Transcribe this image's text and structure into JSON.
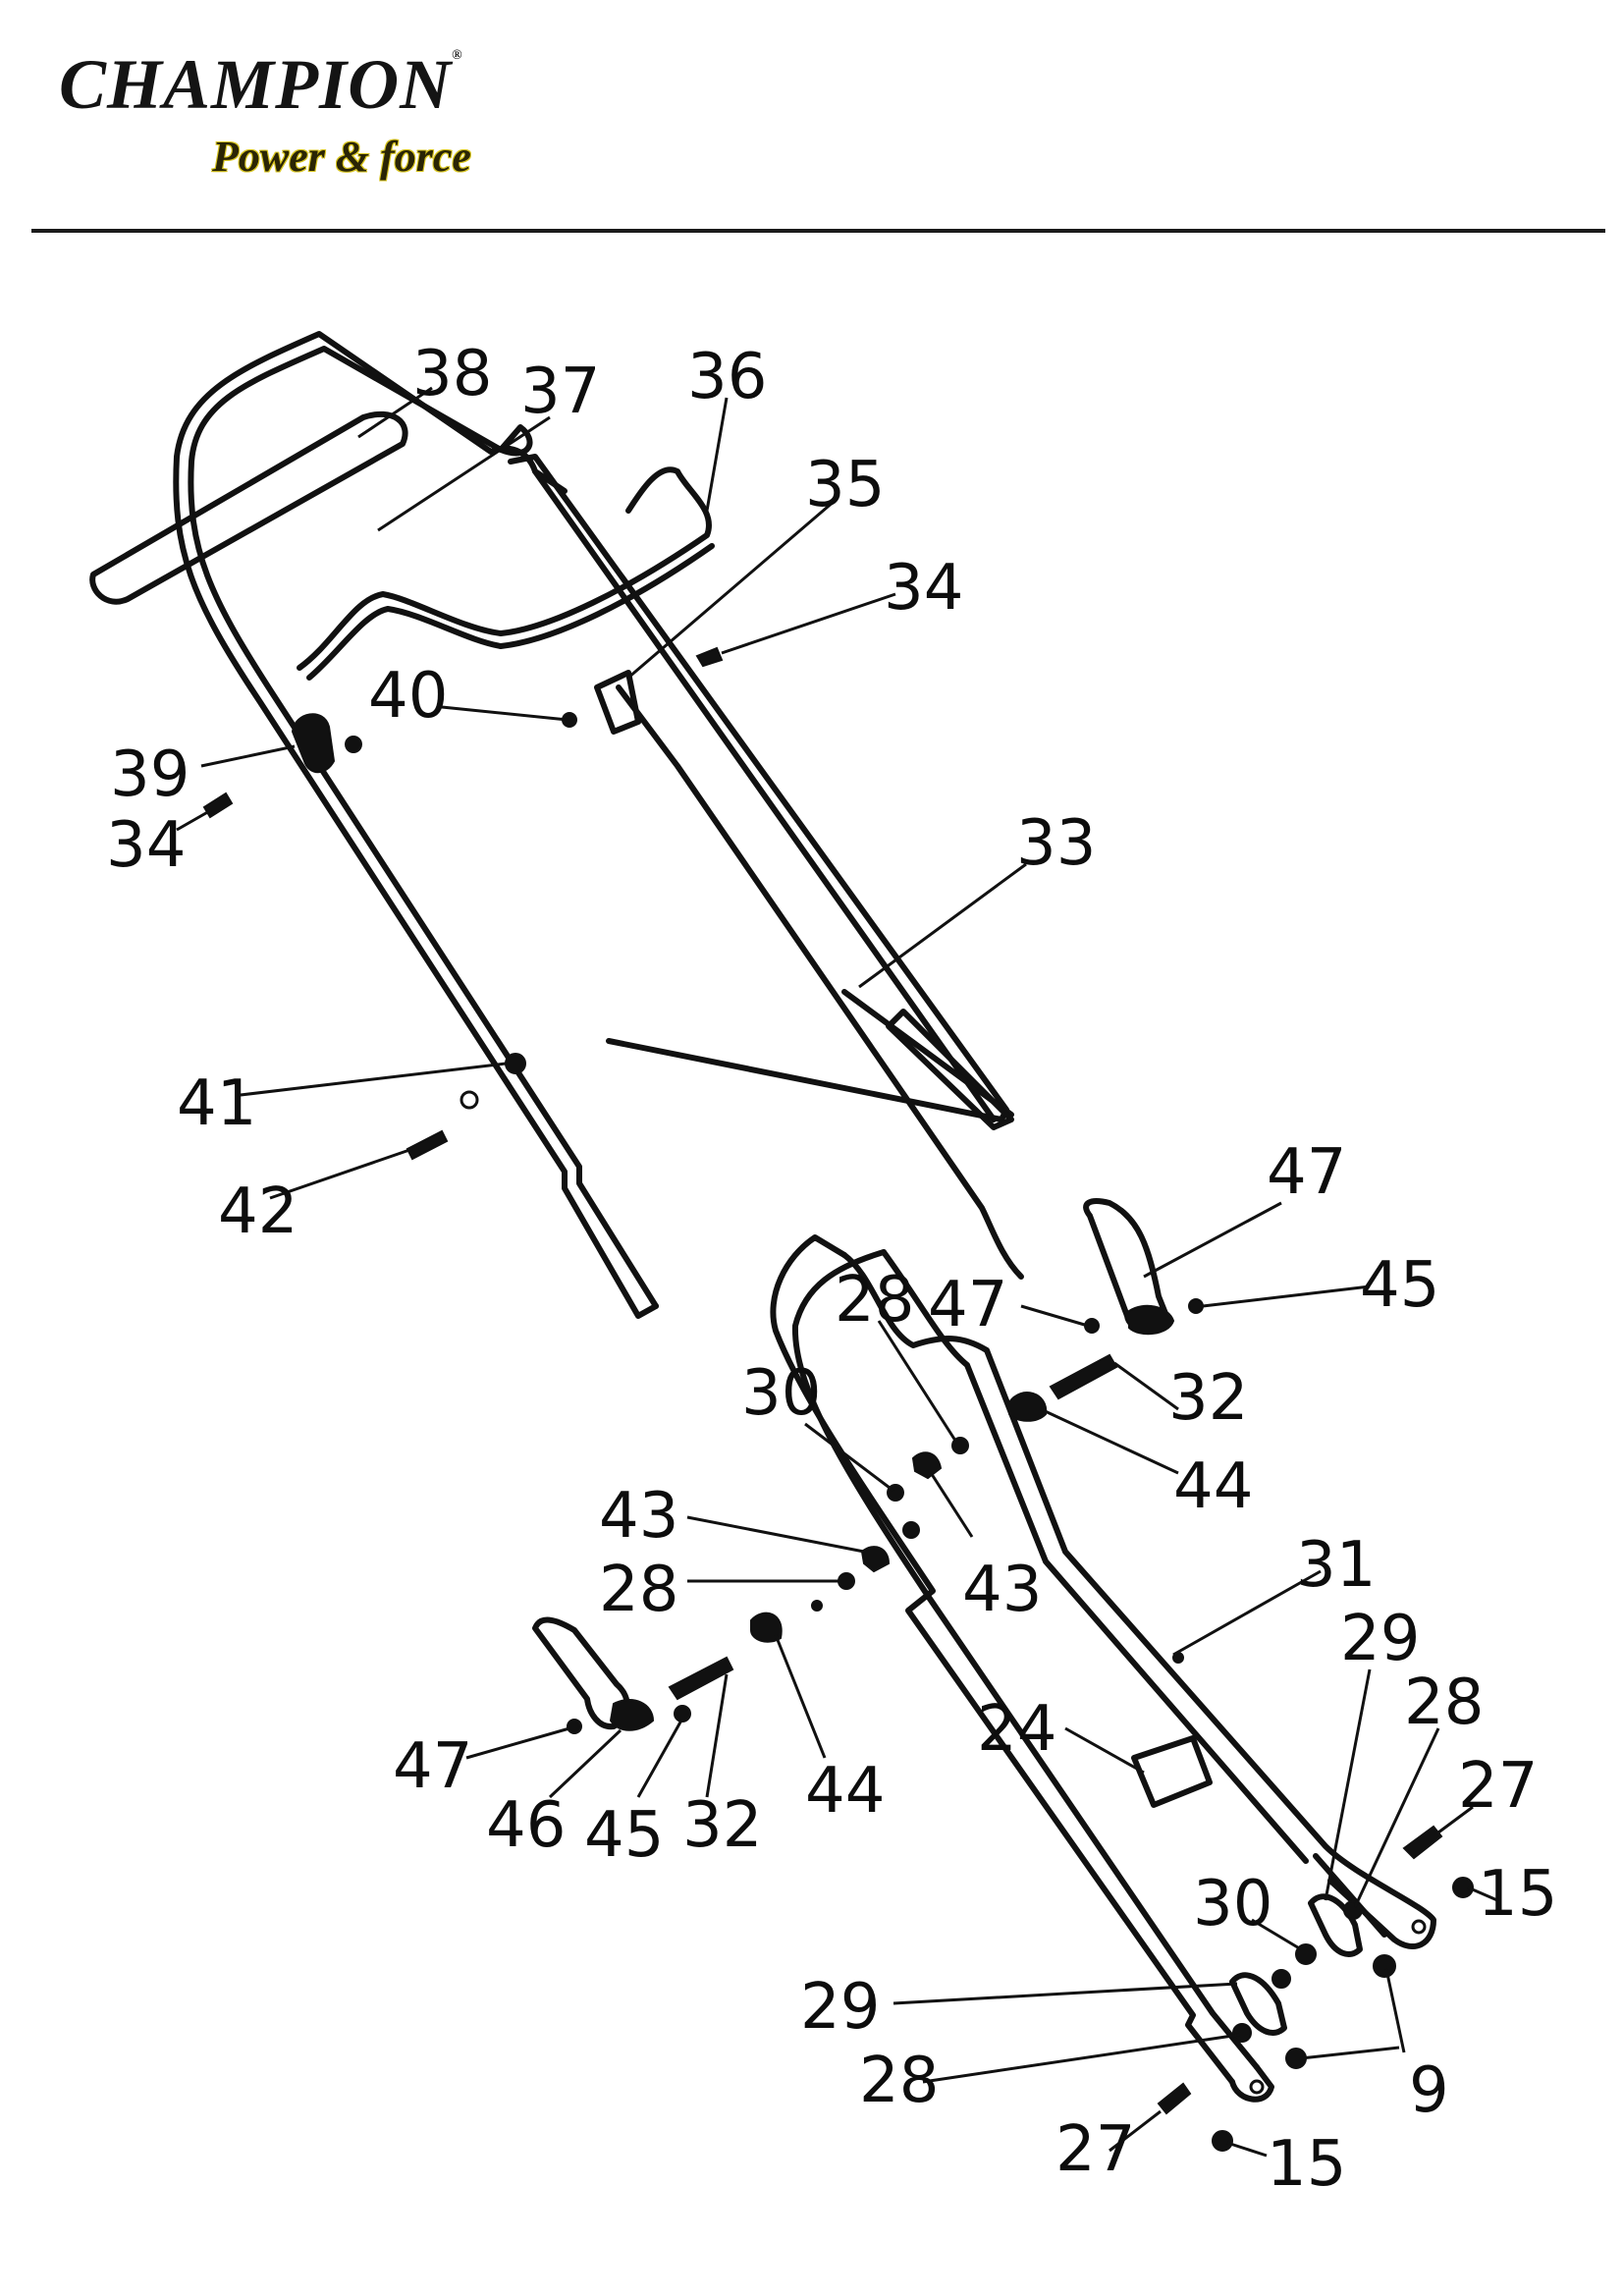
{
  "brand": {
    "name": "CHAMPION",
    "registered": "®",
    "tagline": "Power & force"
  },
  "labels": {
    "l38": "38",
    "l37": "37",
    "l36": "36",
    "l35": "35",
    "l34a": "34",
    "l40": "40",
    "l39": "39",
    "l34b": "34",
    "l33": "33",
    "l41": "41",
    "l42": "42",
    "l47a": "47",
    "l45a": "45",
    "l28a": "28",
    "l47b": "47",
    "l30a": "30",
    "l32a": "32",
    "l44a": "44",
    "l43a": "43",
    "l43b": "43",
    "l28b": "28",
    "l31": "31",
    "l29a": "29",
    "l28c": "28",
    "l24": "24",
    "l27a": "27",
    "l15a": "15",
    "l47c": "47",
    "l46": "46",
    "l45b": "45",
    "l32b": "32",
    "l44b": "44",
    "l30b": "30",
    "l29b": "29",
    "l9": "9",
    "l28d": "28",
    "l27b": "27",
    "l15b": "15"
  }
}
